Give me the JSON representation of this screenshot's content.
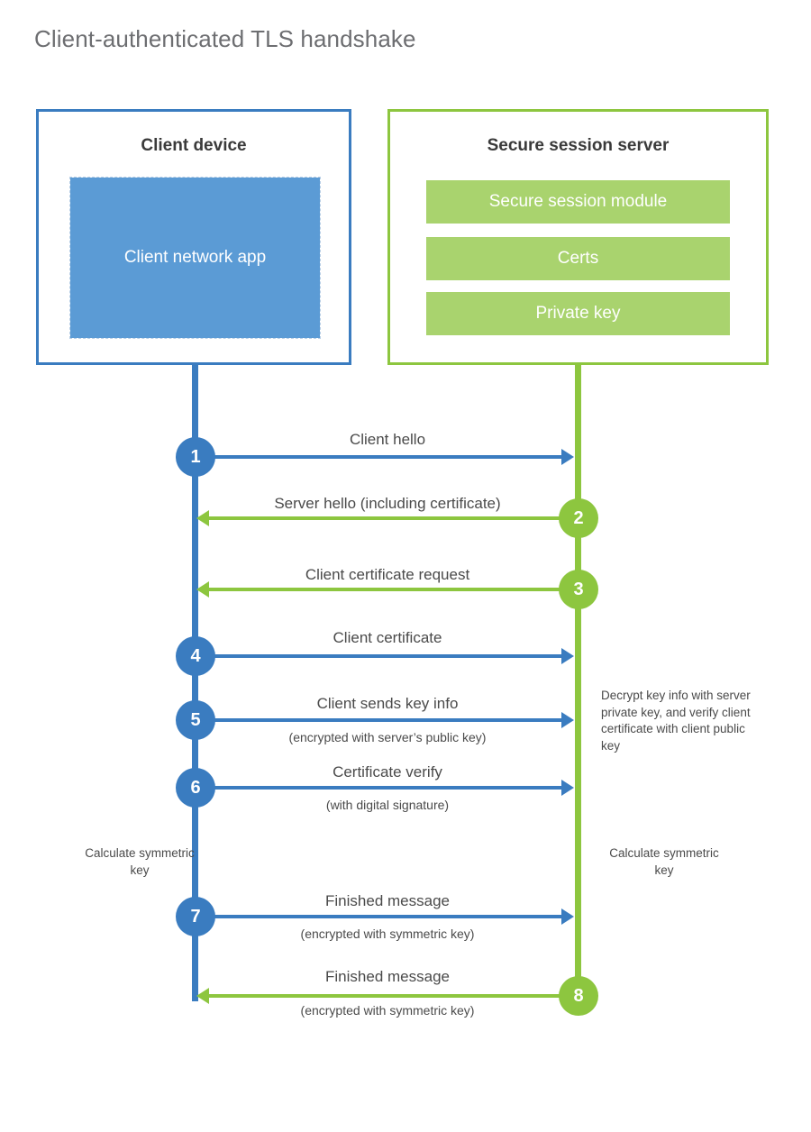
{
  "page": {
    "title": "Client-authenticated TLS handshake",
    "background": "#ffffff"
  },
  "colors": {
    "client_accent": "#3a7cc0",
    "server_accent": "#8dc63f",
    "client_app_fill": "#5b9bd5",
    "server_bar_fill": "#a9d36e",
    "title_text": "#6d6e71",
    "body_text": "#4a4a4a"
  },
  "diagram": {
    "type": "sequence",
    "participants": [
      {
        "id": "client",
        "title": "Client device",
        "accent": "#3a7cc0",
        "components": [
          "Client network app"
        ]
      },
      {
        "id": "server",
        "title": "Secure session server",
        "accent": "#8dc63f",
        "components": [
          "Secure session module",
          "Certs",
          "Private key"
        ]
      }
    ],
    "steps": [
      {
        "number": "1",
        "label": "Client hello",
        "sublabel": "",
        "direction": "client-to-server",
        "color": "#3a7cc0"
      },
      {
        "number": "2",
        "label": "Server hello (including certificate)",
        "sublabel": "",
        "direction": "server-to-client",
        "color": "#8dc63f"
      },
      {
        "number": "3",
        "label": "Client certificate request",
        "sublabel": "",
        "direction": "server-to-client",
        "color": "#8dc63f"
      },
      {
        "number": "4",
        "label": "Client certificate",
        "sublabel": "",
        "direction": "client-to-server",
        "color": "#3a7cc0"
      },
      {
        "number": "5",
        "label": "Client sends key info",
        "sublabel": "(encrypted with server’s public key)",
        "direction": "client-to-server",
        "color": "#3a7cc0"
      },
      {
        "number": "6",
        "label": "Certificate verify",
        "sublabel": "(with digital signature)",
        "direction": "client-to-server",
        "color": "#3a7cc0"
      },
      {
        "number": "7",
        "label": "Finished message",
        "sublabel": "(encrypted with symmetric key)",
        "direction": "client-to-server",
        "color": "#3a7cc0"
      },
      {
        "number": "8",
        "label": "Finished message",
        "sublabel": "(encrypted with symmetric key)",
        "direction": "server-to-client",
        "color": "#8dc63f"
      }
    ],
    "notes": [
      {
        "id": "decrypt-note",
        "side": "server",
        "text": "Decrypt key info with server private key, and verify client certificate with client public key"
      },
      {
        "id": "calc-key-client",
        "side": "client",
        "text": "Calculate symmetric key"
      },
      {
        "id": "calc-key-server",
        "side": "server",
        "text": "Calculate symmetric key"
      }
    ]
  }
}
